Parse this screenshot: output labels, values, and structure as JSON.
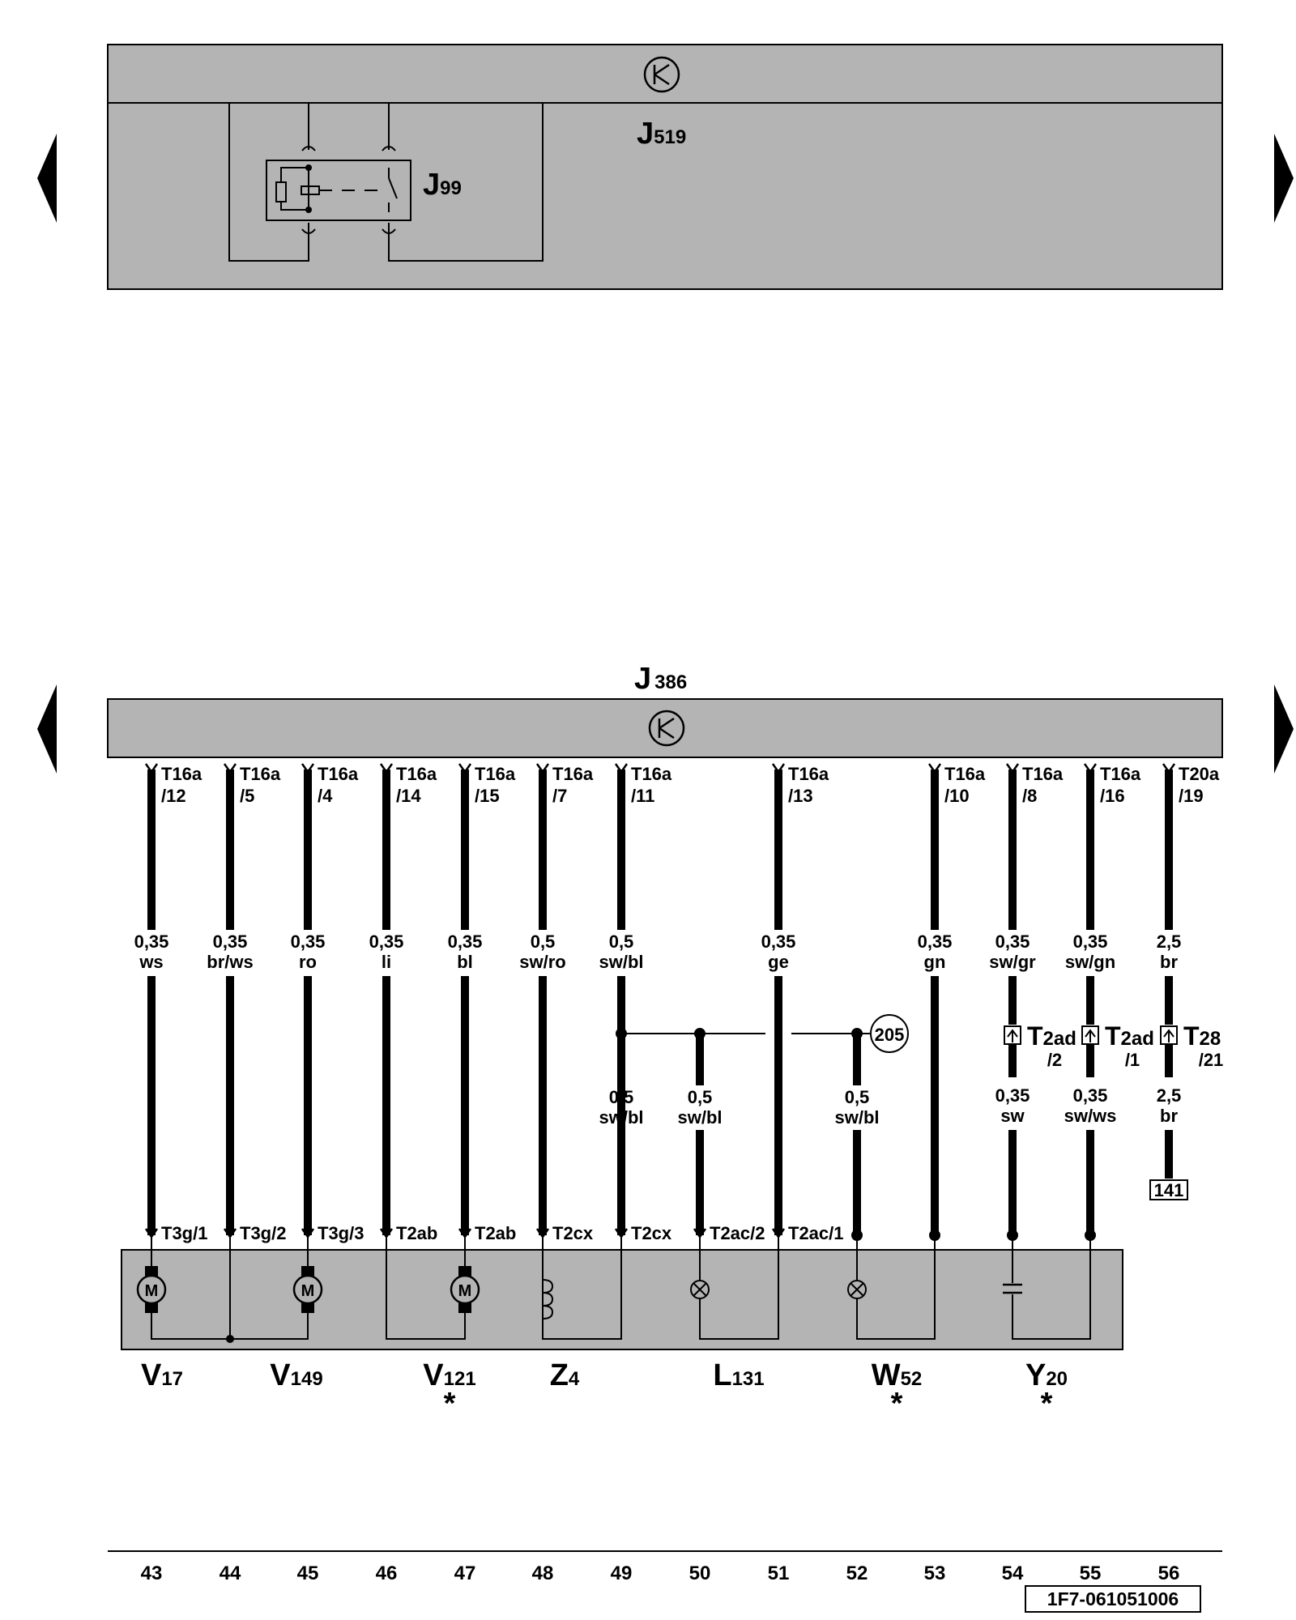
{
  "top_unit": {
    "label_main": "J",
    "label_sub": "519"
  },
  "relay": {
    "label_main": "J",
    "label_sub": "99"
  },
  "bottom_unit": {
    "label_main": "J",
    "label_sub": "386"
  },
  "fill_color": "#b4b4b4",
  "connectors": [
    {
      "l1": "T16a",
      "l2": "/12"
    },
    {
      "l1": "T16a",
      "l2": "/5"
    },
    {
      "l1": "T16a",
      "l2": "/4"
    },
    {
      "l1": "T16a",
      "l2": "/14"
    },
    {
      "l1": "T16a",
      "l2": "/15"
    },
    {
      "l1": "T16a",
      "l2": "/7"
    },
    {
      "l1": "T16a",
      "l2": "/11"
    },
    {
      "l1": "T16a",
      "l2": "/13"
    },
    {
      "l1": "T16a",
      "l2": "/10"
    },
    {
      "l1": "T16a",
      "l2": "/8"
    },
    {
      "l1": "T16a",
      "l2": "/16"
    },
    {
      "l1": "T20a",
      "l2": "/19"
    }
  ],
  "wires_upper": [
    {
      "size": "0,35",
      "color": "ws"
    },
    {
      "size": "0,35",
      "color": "br/ws"
    },
    {
      "size": "0,35",
      "color": "ro"
    },
    {
      "size": "0,35",
      "color": "li"
    },
    {
      "size": "0,35",
      "color": "bl"
    },
    {
      "size": "0,5",
      "color": "sw/ro"
    },
    {
      "size": "0,5",
      "color": "sw/bl"
    },
    {
      "size": "0,35",
      "color": "ge"
    },
    {
      "size": "0,35",
      "color": "gn"
    },
    {
      "size": "0,35",
      "color": "sw/gr"
    },
    {
      "size": "0,35",
      "color": "sw/gn"
    },
    {
      "size": "2,5",
      "color": "br"
    }
  ],
  "wires_lower": [
    {
      "size": "0,5",
      "color": "sw/bl"
    },
    {
      "size": "0,5",
      "color": "sw/bl"
    },
    {
      "size": "0,5",
      "color": "sw/bl"
    },
    {
      "size": "0,35",
      "color": "sw"
    },
    {
      "size": "0,35",
      "color": "sw/ws"
    },
    {
      "size": "2,5",
      "color": "br"
    }
  ],
  "mid_connectors": [
    {
      "main": "T",
      "sub": "2ad",
      "pin": "/2"
    },
    {
      "main": "T",
      "sub": "2ad",
      "pin": "/1"
    },
    {
      "main": "T",
      "sub": "28",
      "pin": "/21"
    }
  ],
  "ground_ref": "205",
  "ref_box": "141",
  "device_connectors": [
    "T3g/1",
    "T3g/2",
    "T3g/3",
    "T2ab",
    "T2ab",
    "T2cx",
    "T2cx",
    "T2ac/2",
    "T2ac/1"
  ],
  "motor_symbol": "M",
  "components": [
    {
      "main": "V",
      "sub": "17",
      "star": ""
    },
    {
      "main": "V",
      "sub": "149",
      "star": ""
    },
    {
      "main": "V",
      "sub": "121",
      "star": "*"
    },
    {
      "main": "Z",
      "sub": "4",
      "star": ""
    },
    {
      "main": "L",
      "sub": "131",
      "star": ""
    },
    {
      "main": "W",
      "sub": "52",
      "star": "*"
    },
    {
      "main": "Y",
      "sub": "20",
      "star": "*"
    }
  ],
  "columns": [
    "43",
    "44",
    "45",
    "46",
    "47",
    "48",
    "49",
    "50",
    "51",
    "52",
    "53",
    "54",
    "55",
    "56"
  ],
  "diagram_id": "1F7-061051006"
}
